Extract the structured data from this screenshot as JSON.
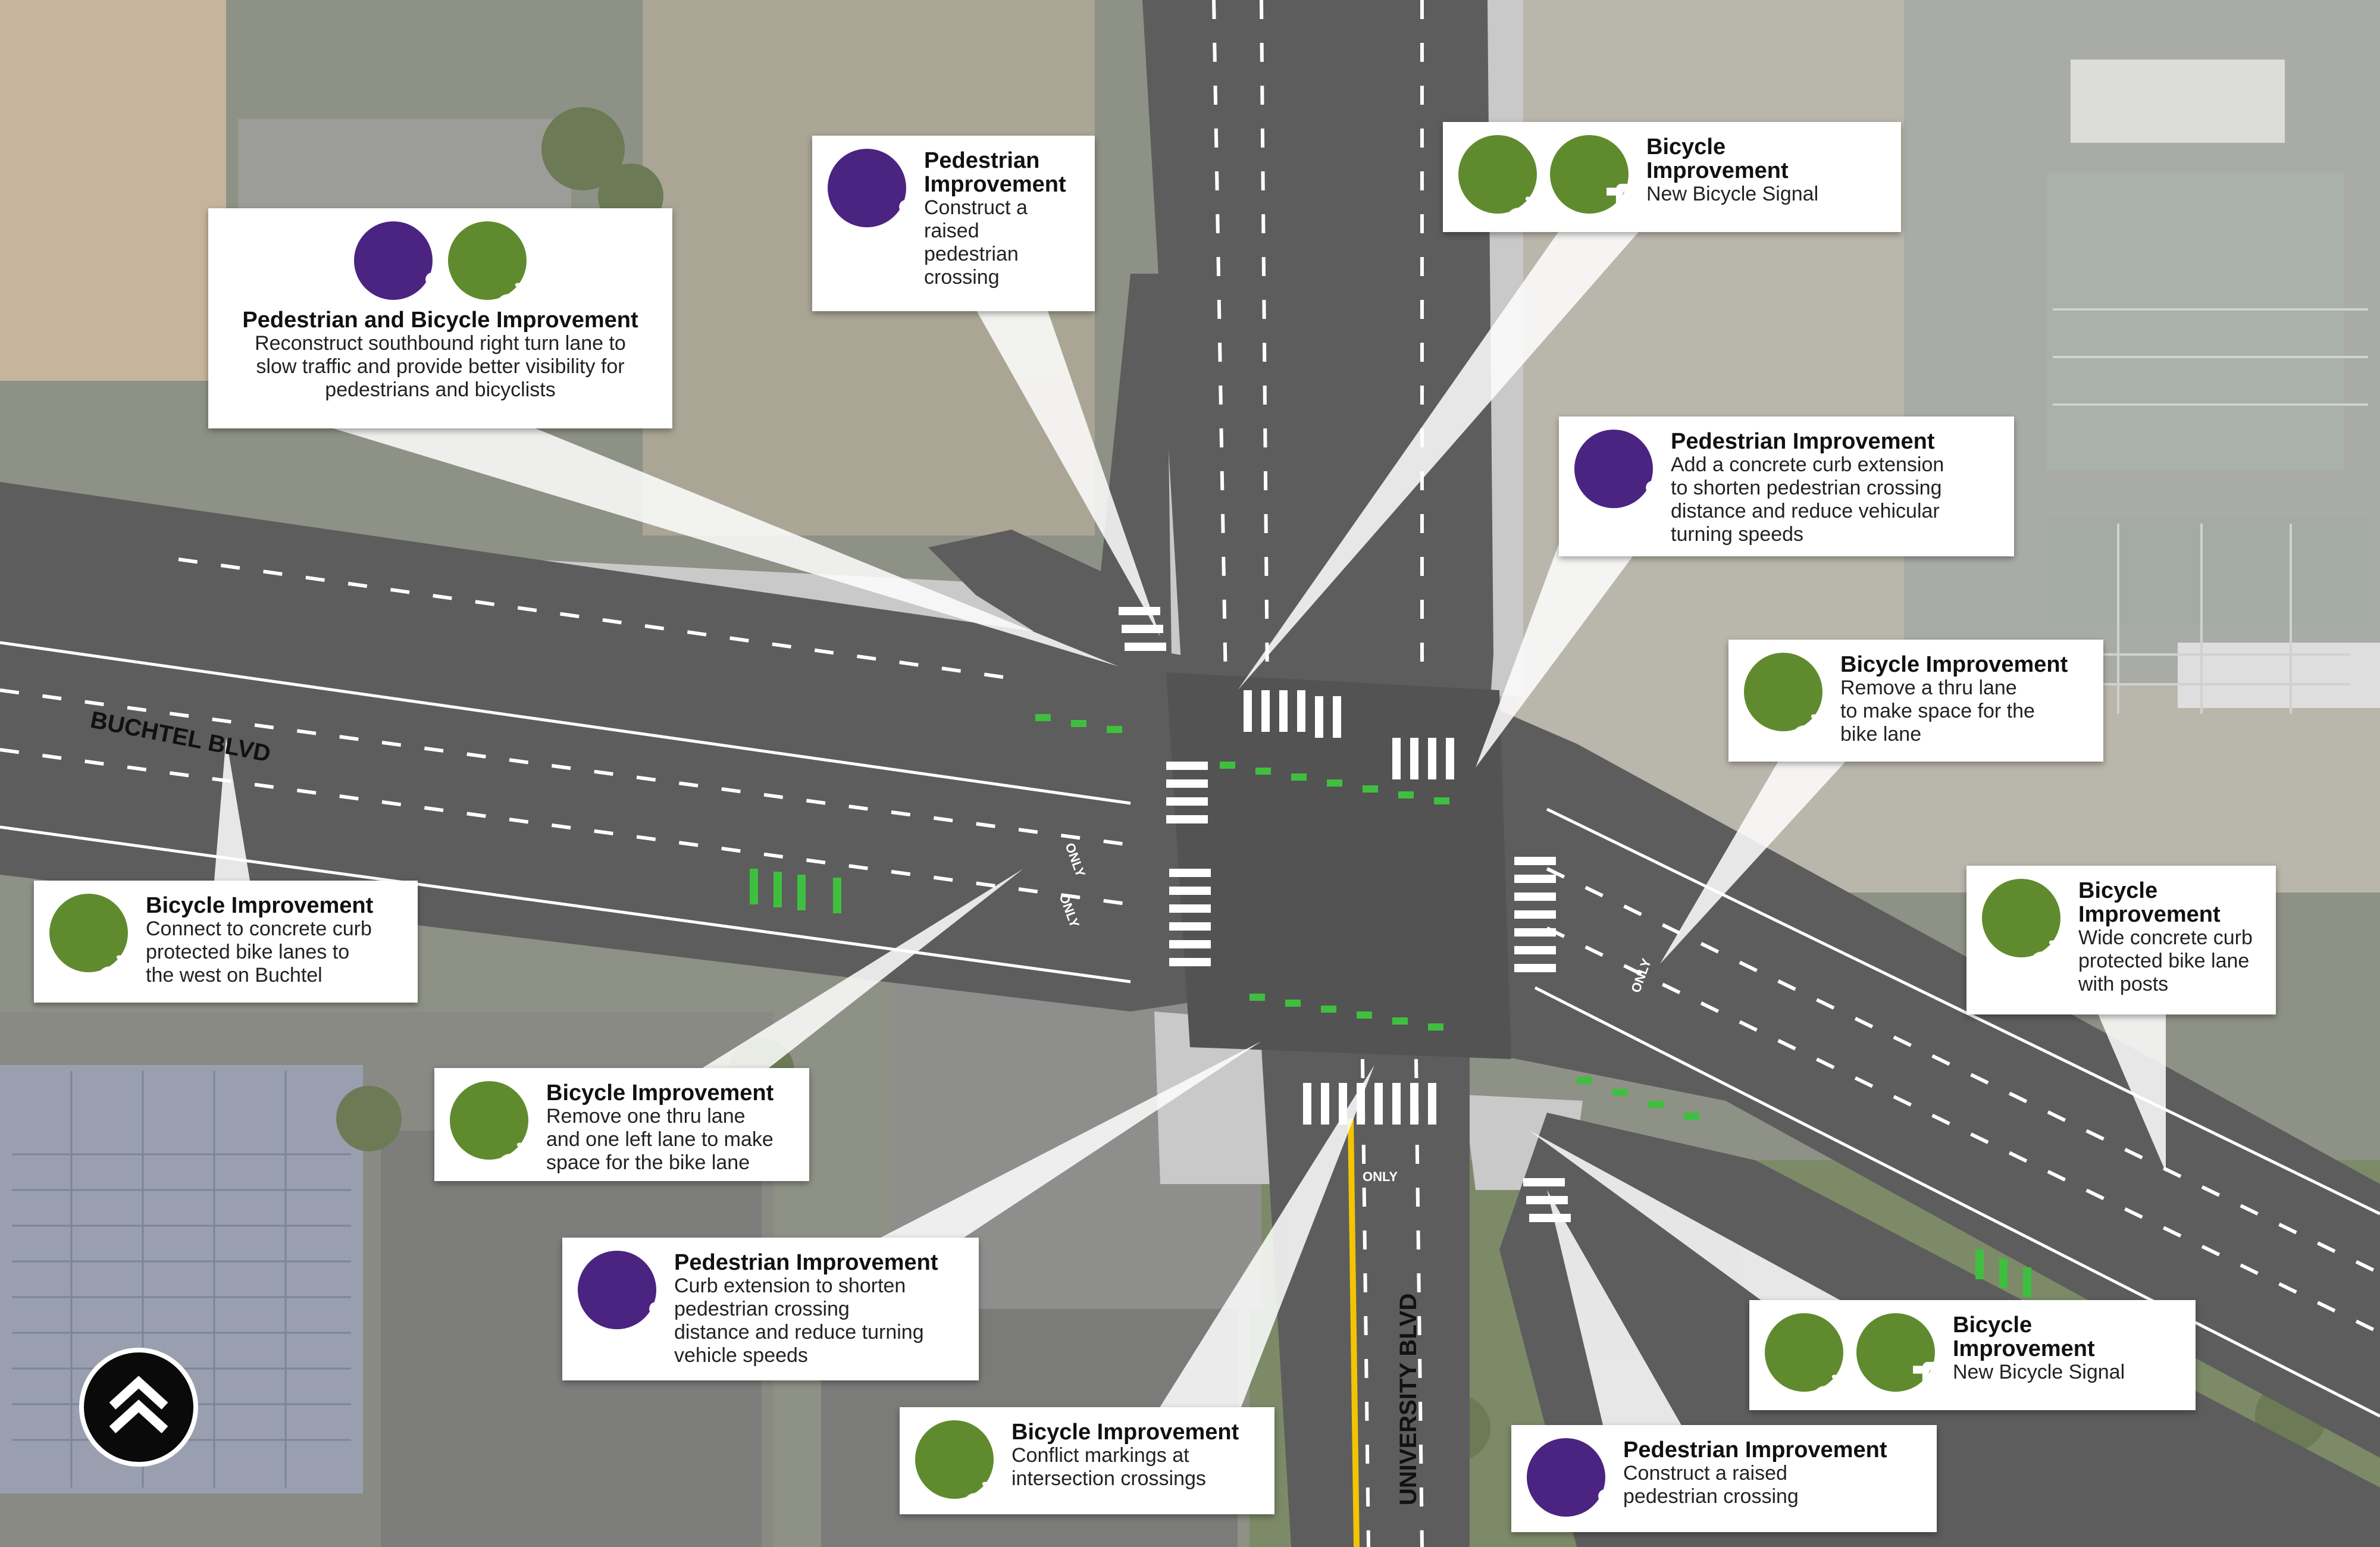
{
  "streets": {
    "buchtel": "BUCHTEL BLVD",
    "university": "UNIVERSITY BLVD"
  },
  "lane_marks": {
    "only": "ONLY"
  },
  "icons": [
    "pedestrian-icon",
    "bicycle-icon",
    "bicycle-signal-icon",
    "north-arrow-icon"
  ],
  "colors": {
    "pedestrian": "#4b2381",
    "bicycle": "#5f8b2e",
    "conflict_marking": "#3fbf3f",
    "road": "#5d5d5d",
    "curb": "#c9c9c9",
    "yellow_line": "#f2c500"
  },
  "callouts": [
    {
      "title": "Pedestrian and Bicycle Improvement",
      "desc": [
        "Reconstruct southbound right turn lane to",
        "slow traffic and provide better visibility for",
        "pedestrians and bicyclists"
      ]
    },
    {
      "title": [
        "Pedestrian",
        "Improvement"
      ],
      "desc": [
        "Construct a",
        "raised",
        "pedestrian",
        "crossing"
      ]
    },
    {
      "title": [
        "Bicycle",
        "Improvement"
      ],
      "desc": [
        "New Bicycle Signal"
      ]
    },
    {
      "title": "Pedestrian Improvement",
      "desc": [
        "Add a concrete curb extension",
        "to shorten pedestrian crossing",
        "distance and reduce vehicular",
        "turning speeds"
      ]
    },
    {
      "title": "Bicycle Improvement",
      "desc": [
        "Remove a thru lane",
        "to make space for the",
        "bike lane"
      ]
    },
    {
      "title": [
        "Bicycle",
        "Improvement"
      ],
      "desc": [
        "Wide concrete curb",
        "protected bike lane",
        "with posts"
      ]
    },
    {
      "title": "Bicycle Improvement",
      "desc": [
        "Connect to concrete curb",
        "protected bike lanes to",
        "the west on Buchtel"
      ]
    },
    {
      "title": "Bicycle Improvement",
      "desc": [
        "Remove one thru lane",
        "and one left lane to make",
        "space for the bike lane"
      ]
    },
    {
      "title": "Pedestrian Improvement",
      "desc": [
        "Curb extension to shorten",
        "pedestrian crossing",
        "distance and reduce turning",
        "vehicle speeds"
      ]
    },
    {
      "title": "Bicycle Improvement",
      "desc": [
        "Conflict markings at",
        "intersection crossings"
      ]
    },
    {
      "title": [
        "Bicycle",
        "Improvement"
      ],
      "desc": [
        "New Bicycle Signal"
      ]
    },
    {
      "title": "Pedestrian Improvement",
      "desc": [
        "Construct a raised",
        "pedestrian crossing"
      ]
    }
  ]
}
